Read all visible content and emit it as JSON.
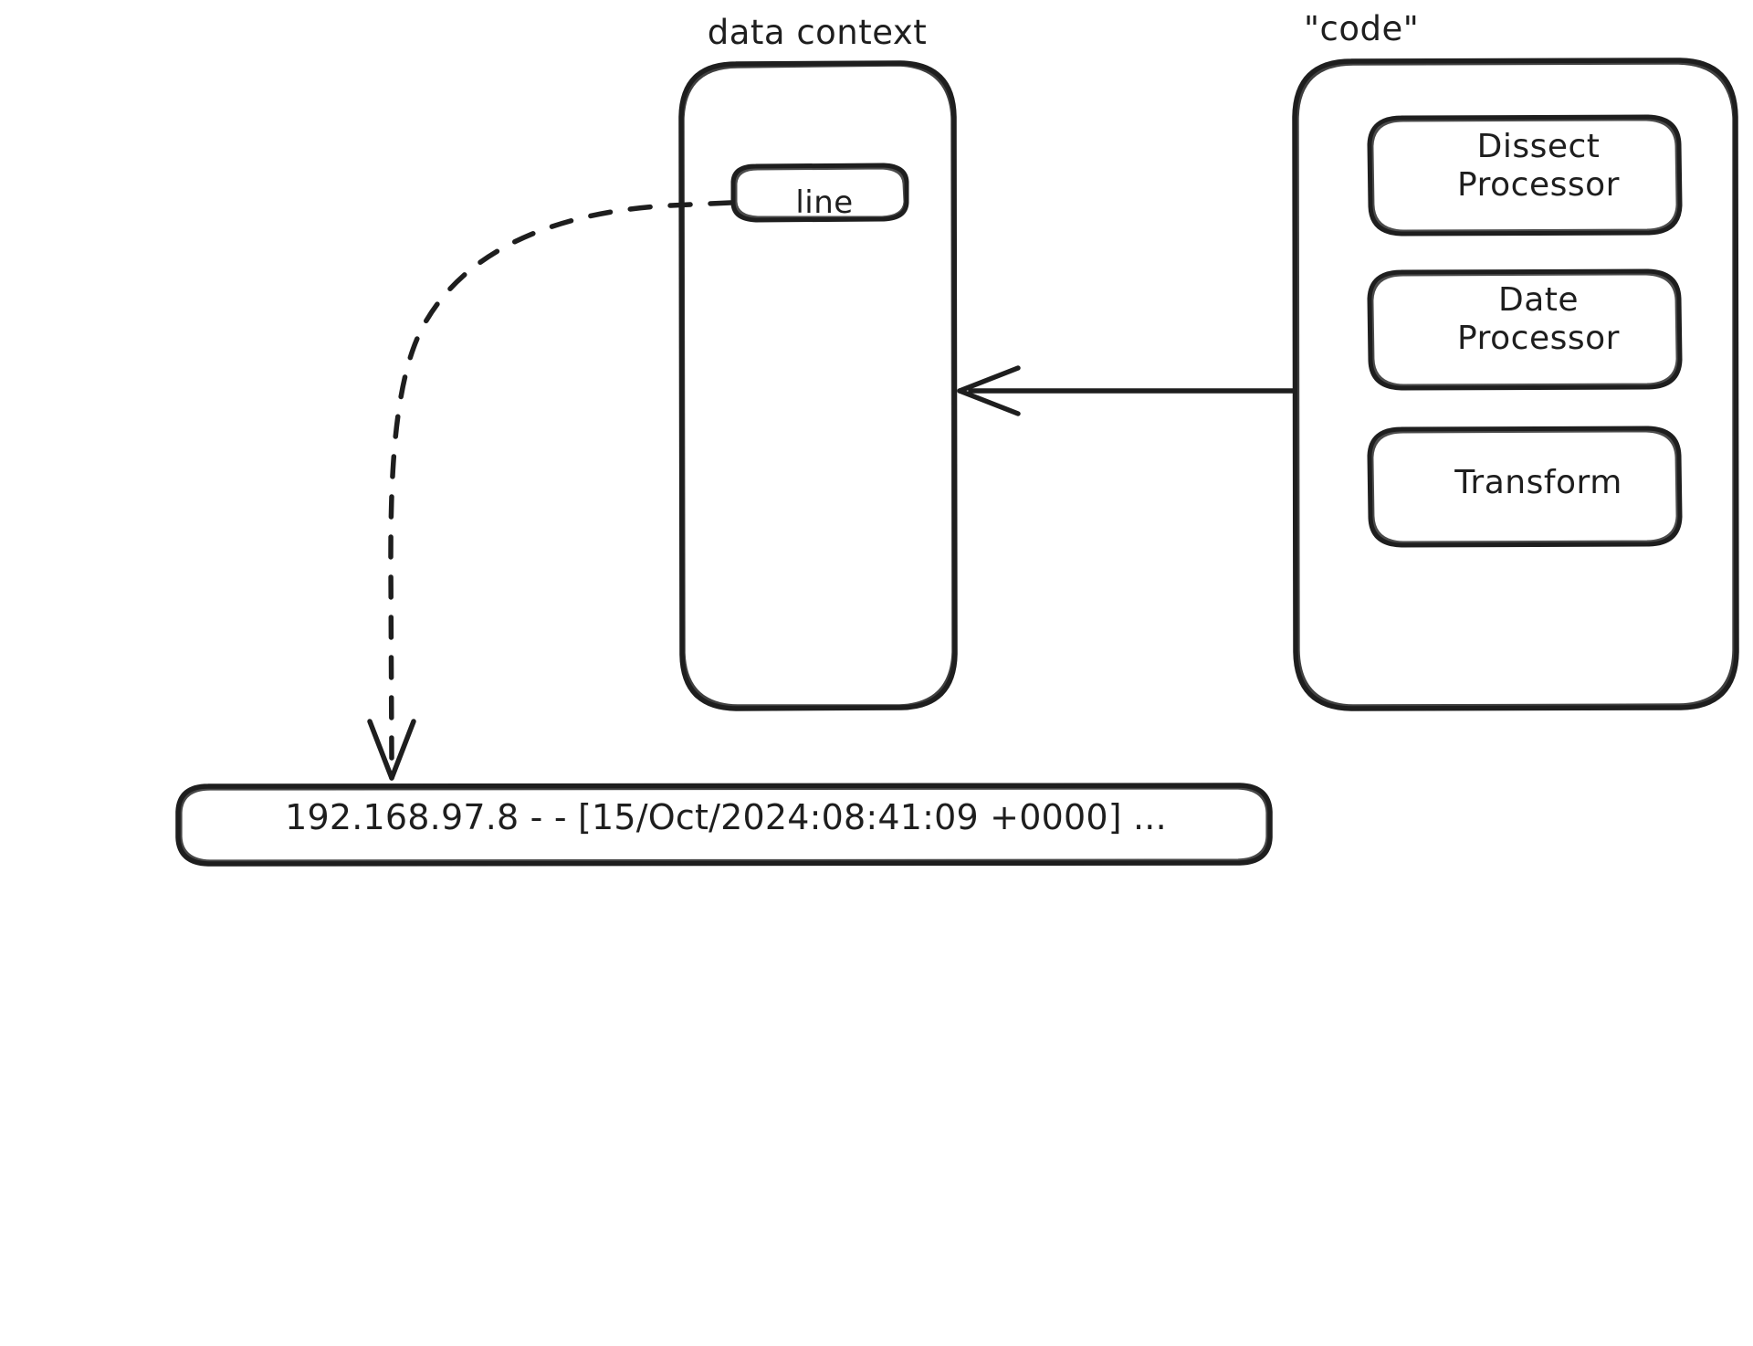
{
  "diagram": {
    "title": "data context and code processors",
    "stroke_color": "#1e1e1e",
    "background_color": "#ffffff"
  },
  "containers": {
    "data_context": {
      "caption": "data context",
      "fields": [
        {
          "label": "line"
        }
      ]
    },
    "code": {
      "caption": "\"code\"",
      "processors": [
        {
          "label": "Dissect\nProcessor",
          "line1": "Dissect",
          "line2": "Processor"
        },
        {
          "label": "Date\nProcessor",
          "line1": "Date",
          "line2": "Processor"
        },
        {
          "label": "Transform",
          "line1": "Transform",
          "line2": ""
        }
      ]
    }
  },
  "log_line": {
    "text": "192.168.97.8 - - [15/Oct/2024:08:41:09 +0000] ..."
  },
  "connectors": [
    {
      "name": "code-to-data-context",
      "style": "solid",
      "arrowhead": "left",
      "from": "code",
      "to": "data context"
    },
    {
      "name": "line-to-log-line",
      "style": "dashed",
      "arrowhead": "down",
      "from": "line",
      "to": "log line"
    }
  ]
}
